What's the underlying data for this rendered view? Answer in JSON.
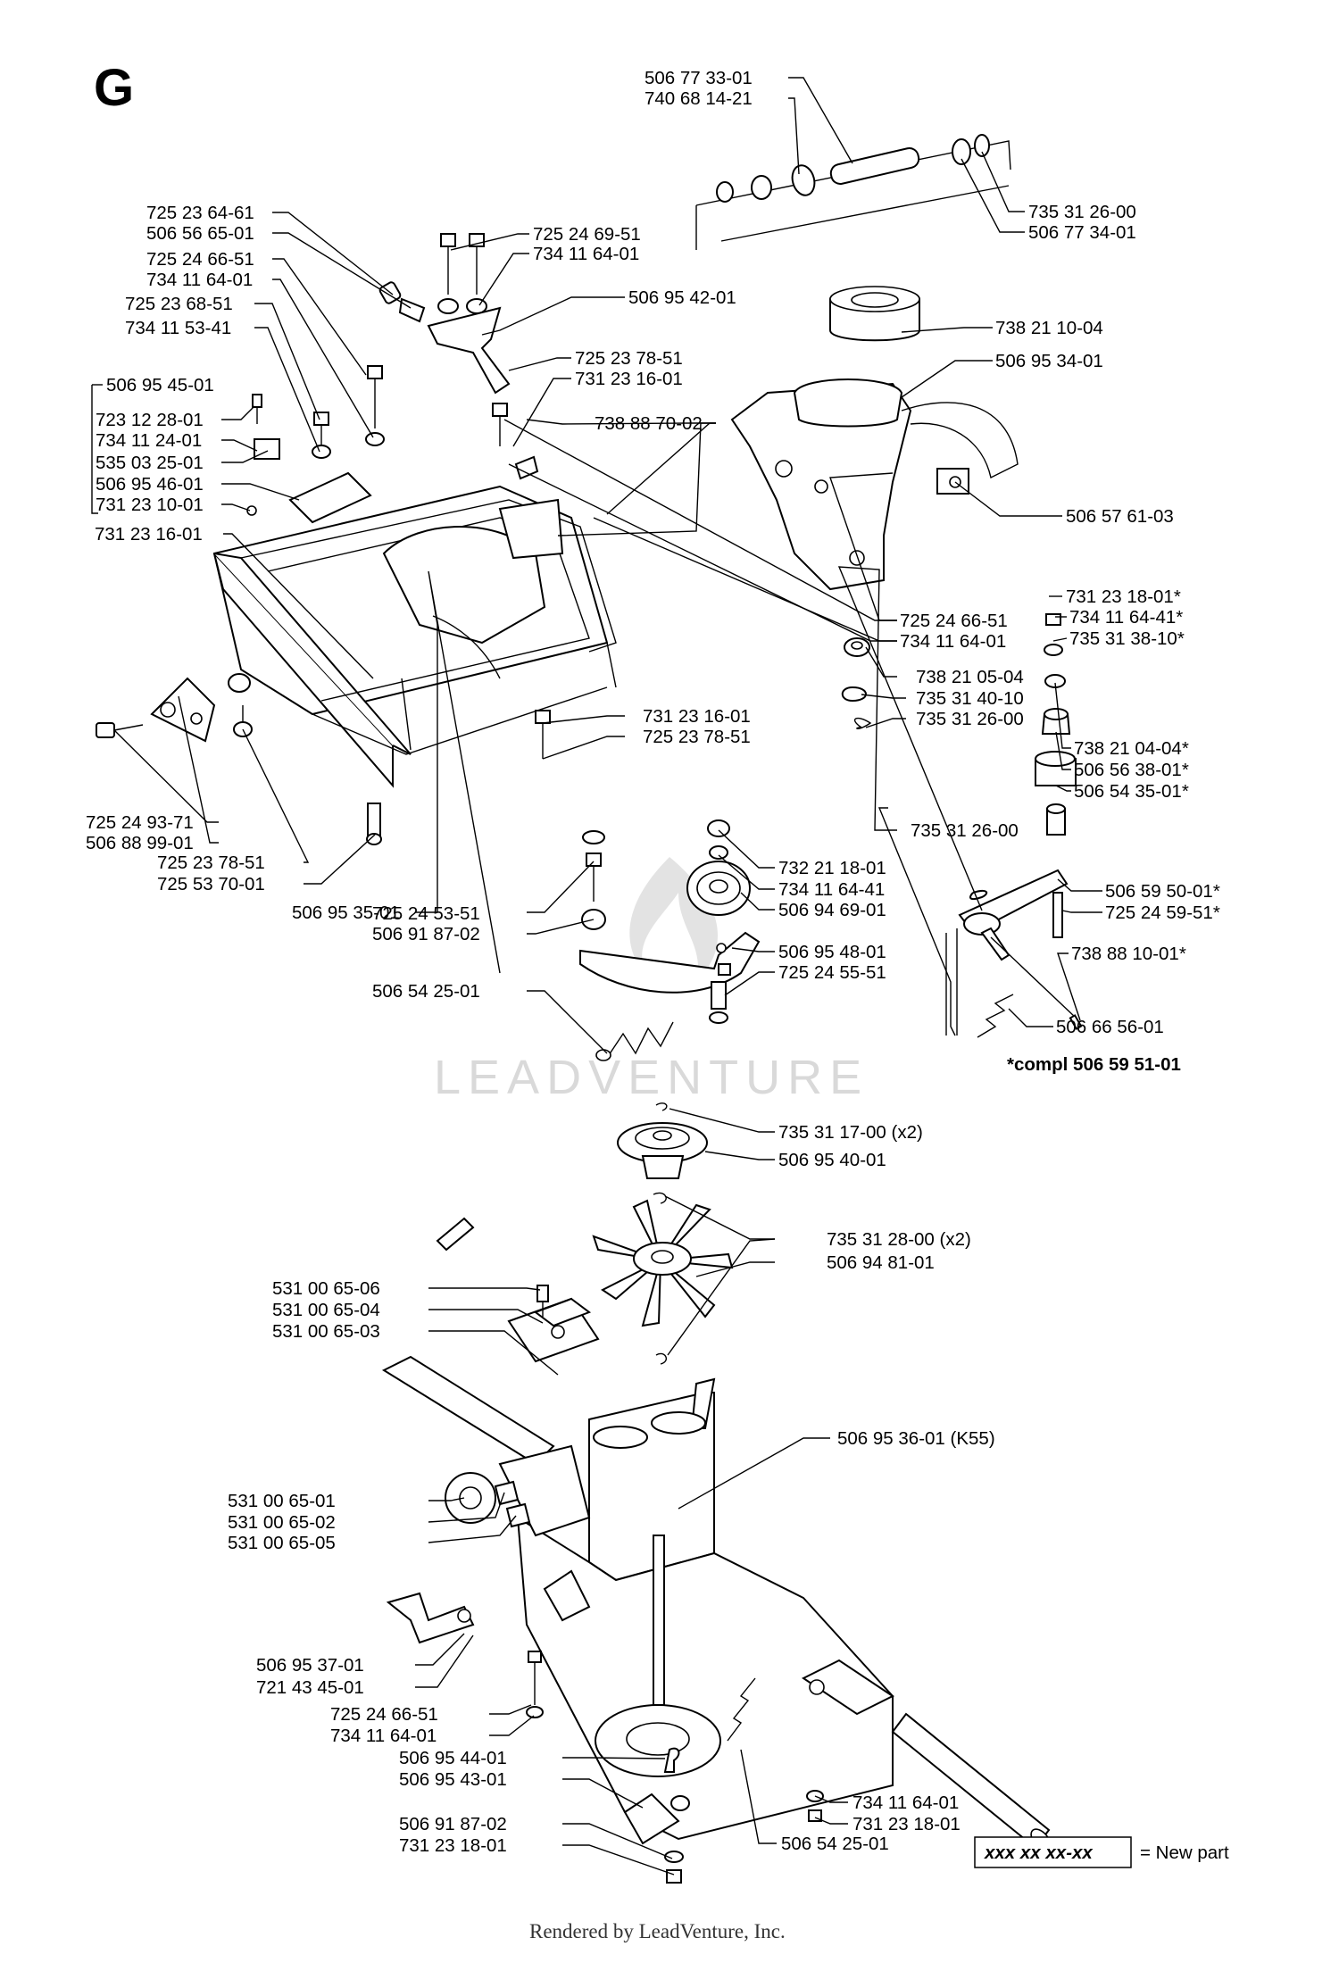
{
  "section_letter": "G",
  "watermark": "LEADVENTURE",
  "footer": "Rendered by LeadVenture, Inc.",
  "assembly_note": "*compl 506 59 51-01",
  "legend": {
    "sample": "xxx xx xx-xx",
    "meaning": "= New part"
  },
  "labels": [
    {
      "text": "506 77 33-01"
    },
    {
      "text": "740 68 14-21"
    },
    {
      "text": "735 31 26-00"
    },
    {
      "text": "506 77 34-01"
    },
    {
      "text": "725 23 64-61"
    },
    {
      "text": "506 56 65-01"
    },
    {
      "text": "725 24 66-51"
    },
    {
      "text": "734 11 64-01"
    },
    {
      "text": "725 23 68-51"
    },
    {
      "text": "734 11 53-41"
    },
    {
      "text": "725 24 69-51"
    },
    {
      "text": "734 11 64-01"
    },
    {
      "text": "506 95 42-01"
    },
    {
      "text": "738 21 10-04"
    },
    {
      "text": "506 95 34-01"
    },
    {
      "text": "506 95 45-01"
    },
    {
      "text": "723 12 28-01"
    },
    {
      "text": "734 11 24-01"
    },
    {
      "text": "535 03 25-01"
    },
    {
      "text": "506 95 46-01"
    },
    {
      "text": "731 23 10-01"
    },
    {
      "text": "731 23 16-01"
    },
    {
      "text": "725 23 78-51"
    },
    {
      "text": "731 23 16-01"
    },
    {
      "text": "738 88 70-02"
    },
    {
      "text": "506 57 61-03"
    },
    {
      "text": "725 24 66-51"
    },
    {
      "text": "734 11 64-01"
    },
    {
      "text": "731 23 18-01*"
    },
    {
      "text": "734 11 64-41*"
    },
    {
      "text": "735 31 38-10*"
    },
    {
      "text": "738 21 05-04"
    },
    {
      "text": "735 31 40-10"
    },
    {
      "text": "735 31 26-00"
    },
    {
      "text": "738 21 04-04*"
    },
    {
      "text": "506 56 38-01*"
    },
    {
      "text": "506 54 35-01*"
    },
    {
      "text": "731 23 16-01"
    },
    {
      "text": "725 23 78-51"
    },
    {
      "text": "725 24 93-71"
    },
    {
      "text": "506 88 99-01"
    },
    {
      "text": "735 31 26-00"
    },
    {
      "text": "725 23 78-51"
    },
    {
      "text": "725 53 70-01"
    },
    {
      "text": "506 95 35-01"
    },
    {
      "text": "732 21 18-01"
    },
    {
      "text": "734 11 64-41"
    },
    {
      "text": "506 94 69-01"
    },
    {
      "text": "506 59 50-01*"
    },
    {
      "text": "725 24 59-51*"
    },
    {
      "text": "725 24 53-51"
    },
    {
      "text": "506 91 87-02"
    },
    {
      "text": "506 54 25-01"
    },
    {
      "text": "506 95 48-01"
    },
    {
      "text": "725 24 55-51"
    },
    {
      "text": "738 88 10-01*"
    },
    {
      "text": "506 66 56-01"
    },
    {
      "text": "735 31 17-00 (x2)"
    },
    {
      "text": "506 95 40-01"
    },
    {
      "text": "735 31 28-00 (x2)"
    },
    {
      "text": "506 94 81-01"
    },
    {
      "text": "531 00 65-06"
    },
    {
      "text": "531 00 65-04"
    },
    {
      "text": "531 00 65-03"
    },
    {
      "text": "506 95 36-01 (K55)"
    },
    {
      "text": "531 00 65-01"
    },
    {
      "text": "531 00 65-02"
    },
    {
      "text": "531 00 65-05"
    },
    {
      "text": "506 95 37-01"
    },
    {
      "text": "721 43 45-01"
    },
    {
      "text": "725 24 66-51"
    },
    {
      "text": "734 11 64-01"
    },
    {
      "text": "506 95 44-01"
    },
    {
      "text": "506 95 43-01"
    },
    {
      "text": "734 11 64-01"
    },
    {
      "text": "731 23 18-01"
    },
    {
      "text": "506 54 25-01"
    },
    {
      "text": "506 91 87-02"
    },
    {
      "text": "731 23 18-01"
    }
  ]
}
